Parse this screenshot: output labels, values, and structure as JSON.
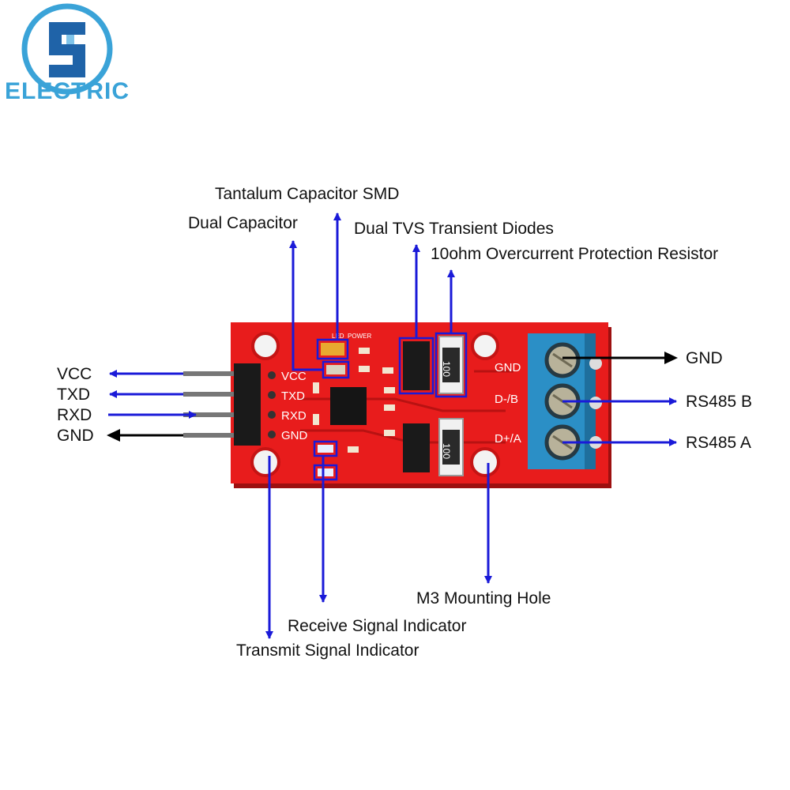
{
  "logo": {
    "text": "ELECTRIC",
    "text_color": "#3aa3d8",
    "ring_color": "#3aa3d8",
    "mark_color": "#1f63a8",
    "icon": "logo-s-mark"
  },
  "colors": {
    "board": "#e81c1c",
    "board_dark": "#c51414",
    "annotation": "#1a1ad8",
    "black_arrow": "#000000",
    "terminal": "#2b8fc6",
    "label_text": "#111111"
  },
  "labels": {
    "tantalum": "Tantalum Capacitor SMD",
    "dual_cap": "Dual Capacitor",
    "tvs": "Dual TVS Transient Diodes",
    "resistor": "10ohm Overcurrent Protection Resistor",
    "vcc": "VCC",
    "txd": "TXD",
    "rxd": "RXD",
    "gnd_left": "GND",
    "gnd_right": "GND",
    "rs485b": "RS485 B",
    "rs485a": "RS485 A",
    "mount": "M3 Mounting Hole",
    "rx_ind": "Receive Signal Indicator",
    "tx_ind": "Transmit Signal Indicator"
  },
  "silkscreen": {
    "vcc": "VCC",
    "txd": "TXD",
    "rxd": "RXD",
    "gnd": "GND",
    "gnd_r": "GND",
    "d_minus": "D-/B",
    "d_plus": "D+/A",
    "resistor_value": "100",
    "led_power": "LED_POWER"
  }
}
